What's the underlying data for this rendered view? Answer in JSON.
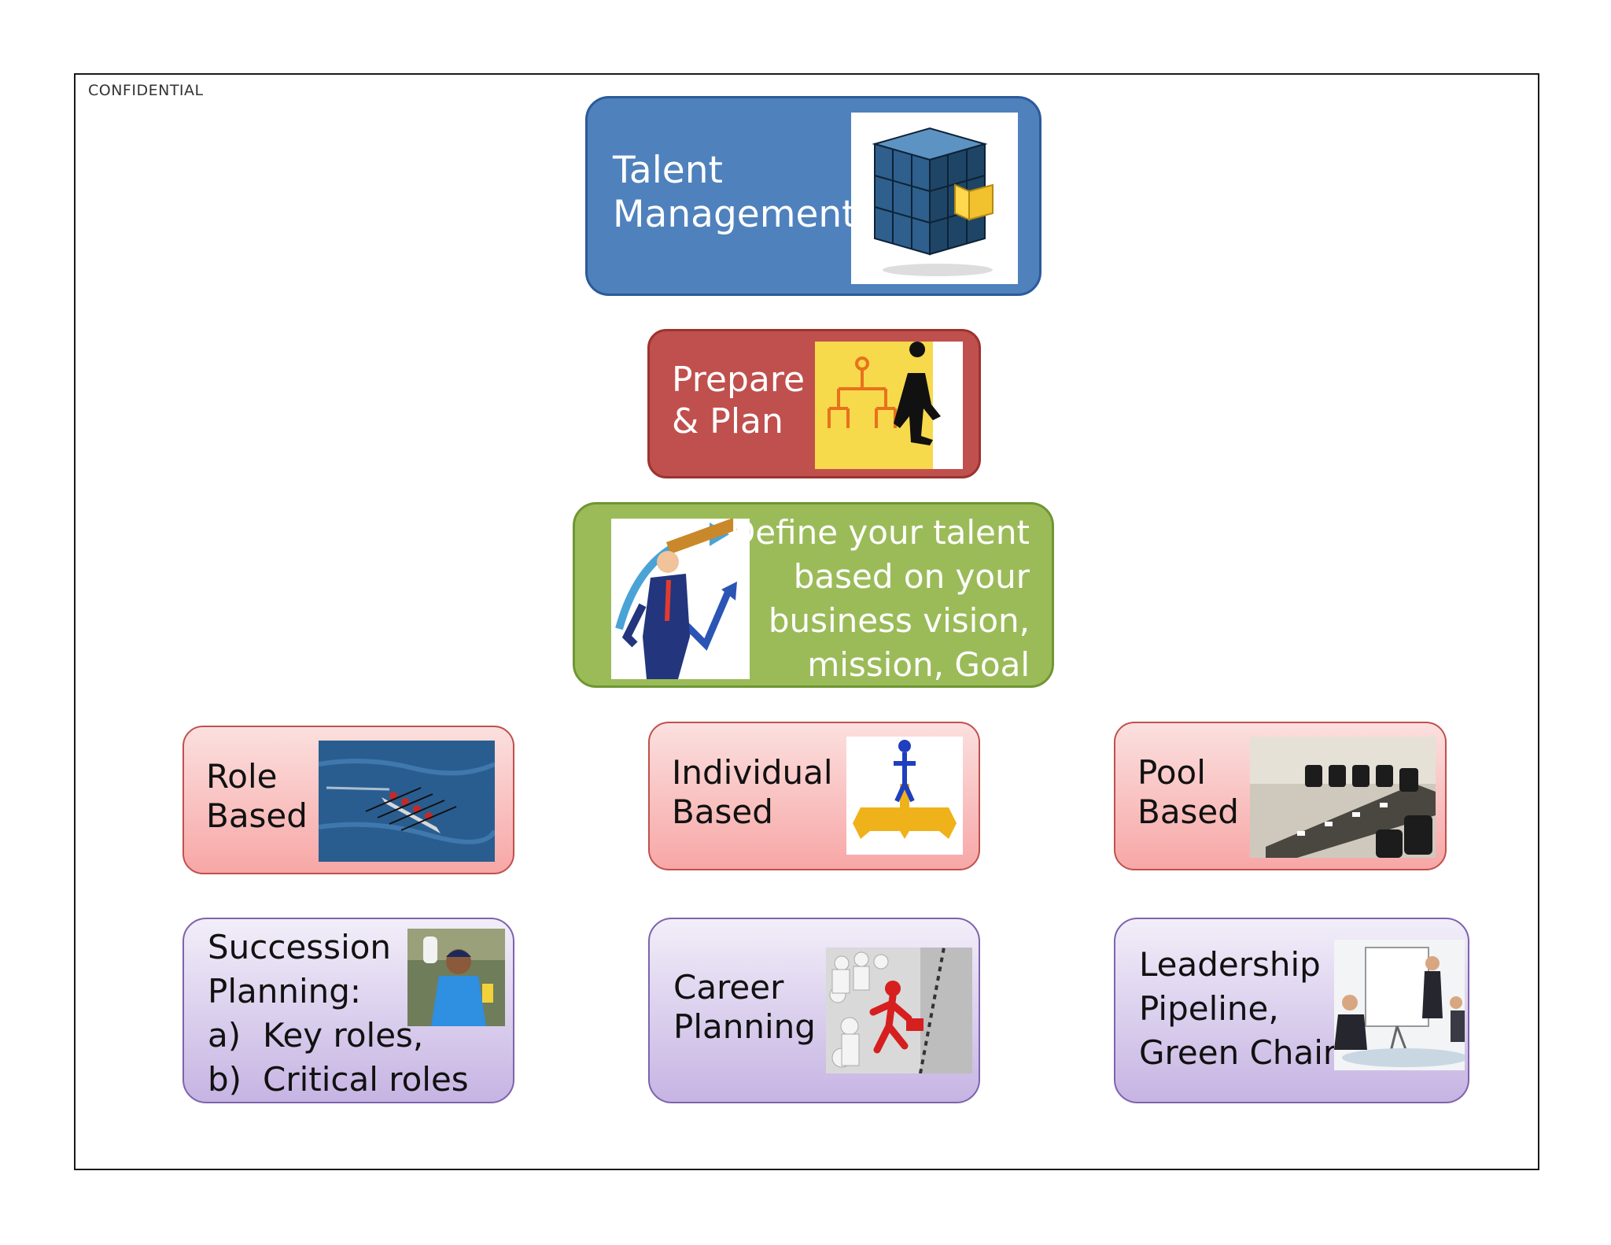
{
  "header": {
    "confidential": "CONFIDENTIAL"
  },
  "talent_management": {
    "line1": "Talent",
    "line2": "Management"
  },
  "prepare_plan": {
    "line1": "Prepare",
    "line2": "& Plan"
  },
  "define_talent": {
    "line1": "Define your talent",
    "line2": "based on your",
    "line3": "business vision,",
    "line4": "mission, Goal"
  },
  "role_based": {
    "line1": "Role",
    "line2": "Based"
  },
  "individual_based": {
    "line1": "Individual",
    "line2": "Based"
  },
  "pool_based": {
    "line1": "Pool",
    "line2": "Based"
  },
  "succession_planning": {
    "line1": "Succession",
    "line2": "Planning:",
    "items": [
      {
        "marker": "a)",
        "text": "Key roles,"
      },
      {
        "marker": "b)",
        "text": "Critical roles"
      }
    ]
  },
  "career_planning": {
    "line1": "Career",
    "line2": "Planning"
  },
  "leadership_pipeline": {
    "line1": "Leadership",
    "line2": "Pipeline,",
    "line3": "Green Chair"
  },
  "colors": {
    "top_box": "#4f81bd",
    "prepare_box": "#c0504d",
    "define_box": "#9bbb59",
    "approach_box": "#f7a7a6",
    "program_box": "#c6b4e3"
  }
}
